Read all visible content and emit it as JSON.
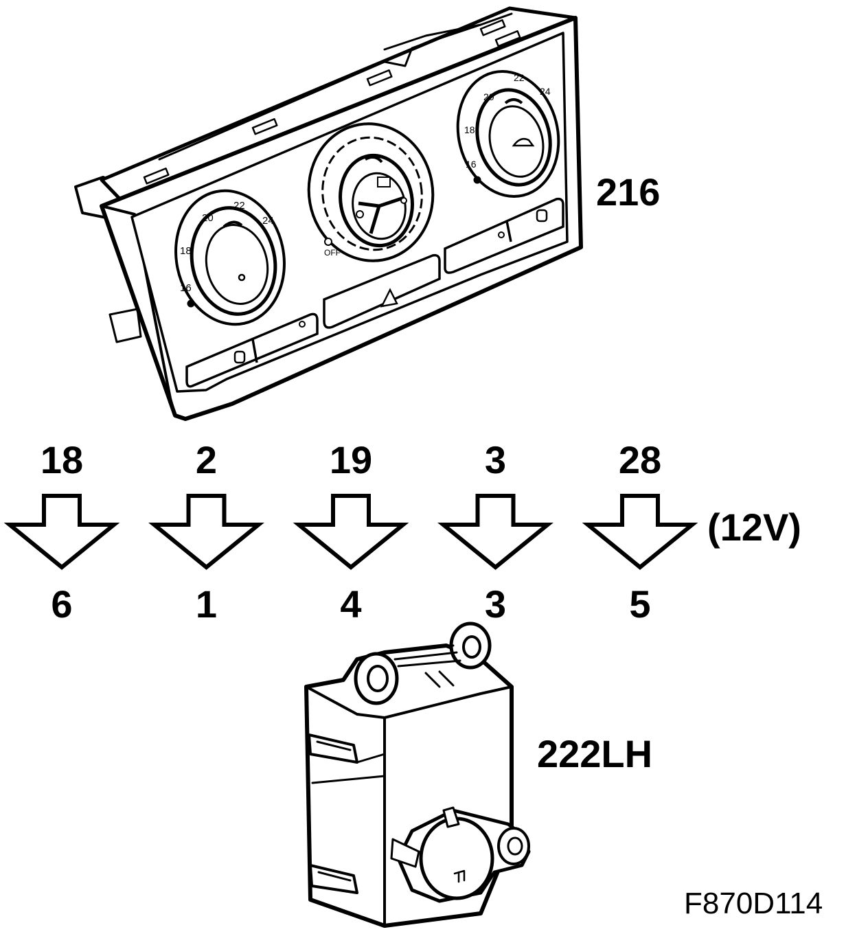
{
  "components": {
    "control_panel": {
      "label": "216"
    },
    "actuator": {
      "label": "222LH"
    }
  },
  "voltage": "(12V)",
  "figure_id": "F870D114",
  "connections": [
    {
      "from": "18",
      "to": "6"
    },
    {
      "from": "2",
      "to": "1"
    },
    {
      "from": "19",
      "to": "4"
    },
    {
      "from": "3",
      "to": "3"
    },
    {
      "from": "28",
      "to": "5"
    }
  ],
  "panel_markings": {
    "left_dial": [
      "16",
      "18",
      "20",
      "22",
      "24"
    ],
    "right_dial": [
      "16",
      "18",
      "20",
      "22",
      "24"
    ],
    "fan_dial": [
      "OFF"
    ]
  },
  "colors": {
    "line": "#000000",
    "background": "#ffffff"
  }
}
